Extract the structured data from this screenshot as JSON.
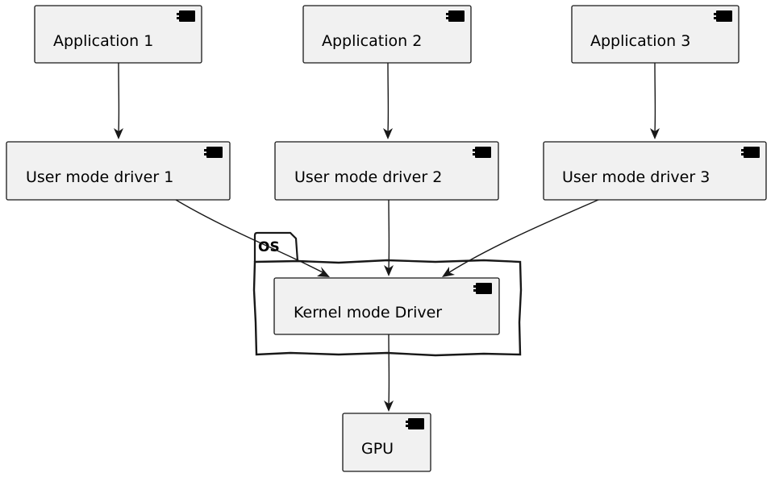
{
  "diagram": {
    "package": {
      "label": "OS"
    },
    "nodes": {
      "app1": "Application 1",
      "app2": "Application 2",
      "app3": "Application 3",
      "umd1": "User mode driver 1",
      "umd2": "User mode driver 2",
      "umd3": "User mode driver 3",
      "kmd": "Kernel mode Driver",
      "gpu": "GPU"
    },
    "edges": [
      {
        "from": "Application 1",
        "to": "User mode driver 1"
      },
      {
        "from": "Application 2",
        "to": "User mode driver 2"
      },
      {
        "from": "Application 3",
        "to": "User mode driver 3"
      },
      {
        "from": "User mode driver 1",
        "to": "Kernel mode Driver"
      },
      {
        "from": "User mode driver 2",
        "to": "Kernel mode Driver"
      },
      {
        "from": "User mode driver 3",
        "to": "Kernel mode Driver"
      },
      {
        "from": "Kernel mode Driver",
        "to": "GPU"
      }
    ]
  }
}
